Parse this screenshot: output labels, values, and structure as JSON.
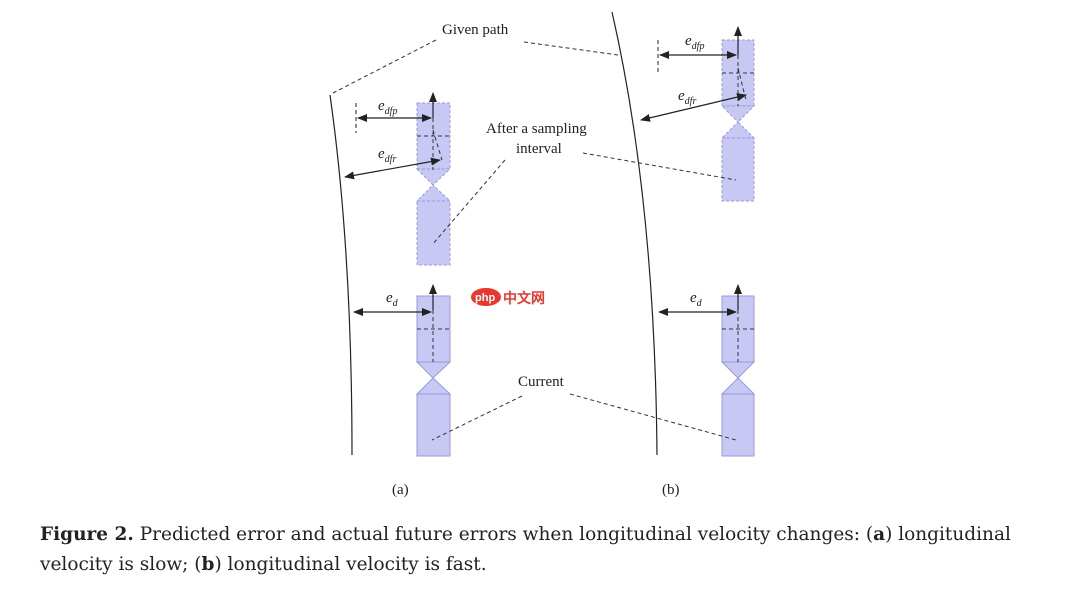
{
  "labels": {
    "given_path": "Given path",
    "after_sampling_line1": "After a sampling",
    "after_sampling_line2": "interval",
    "current": "Current",
    "e_d_base": "e",
    "e_d_sub": "d",
    "e_dfp_base": "e",
    "e_dfp_sub": "dfp",
    "e_dfr_base": "e",
    "e_dfr_sub": "dfr",
    "panel_a": "(a)",
    "panel_b": "(b)"
  },
  "watermark": {
    "logo_text": "php",
    "site_text": "中文网"
  },
  "caption": {
    "figure_label": "Figure 2.",
    "text_1": " Predicted error and actual future errors when longitudinal velocity changes: (",
    "bold_a": "a",
    "text_2": ") longitudinal velocity is slow; (",
    "bold_b": "b",
    "text_3": ") longitudinal velocity is fast."
  },
  "colors": {
    "vehicle_fill": "#c8c8f4",
    "vehicle_stroke": "#9a9ad8",
    "line": "#222222",
    "watermark_red": "#e8382e"
  }
}
